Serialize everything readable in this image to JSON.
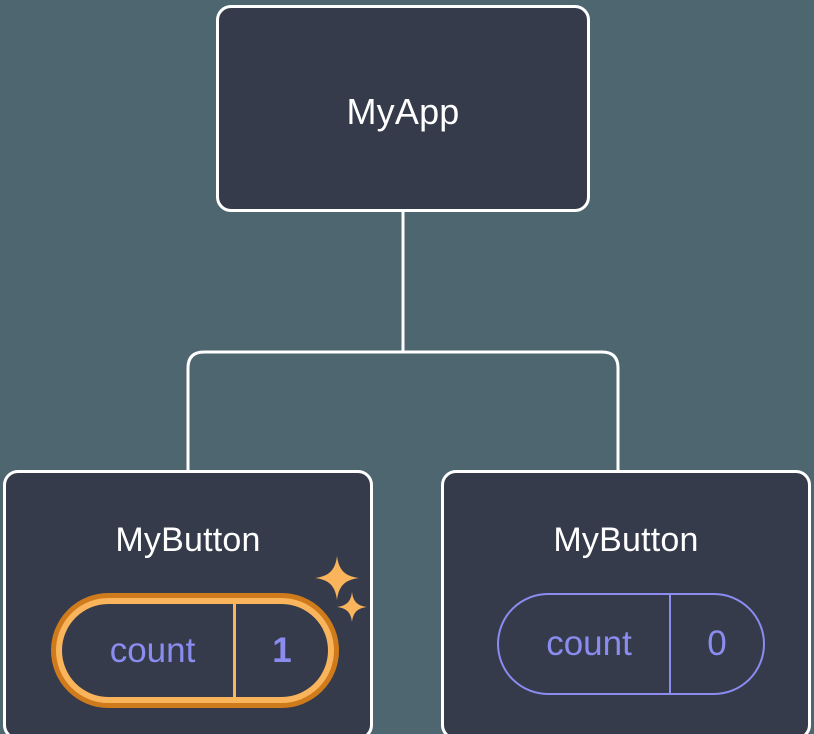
{
  "diagram": {
    "type": "component-tree",
    "background_color": "#4d6670",
    "node_fill_color": "#353b4a",
    "node_border_color": "#ffffff",
    "connector_color": "#ffffff",
    "state_color": "#8a8cf0",
    "highlight_outer_color": "#cf7b1c",
    "highlight_inner_color": "#f9b45c",
    "root": {
      "title": "MyApp"
    },
    "children": [
      {
        "title": "MyButton",
        "state": {
          "key": "count",
          "value": "1",
          "highlighted": true
        },
        "sparkles": [
          {
            "icon": "sparkle-icon",
            "size": "large"
          },
          {
            "icon": "sparkle-icon",
            "size": "small"
          }
        ]
      },
      {
        "title": "MyButton",
        "state": {
          "key": "count",
          "value": "0",
          "highlighted": false
        }
      }
    ]
  }
}
